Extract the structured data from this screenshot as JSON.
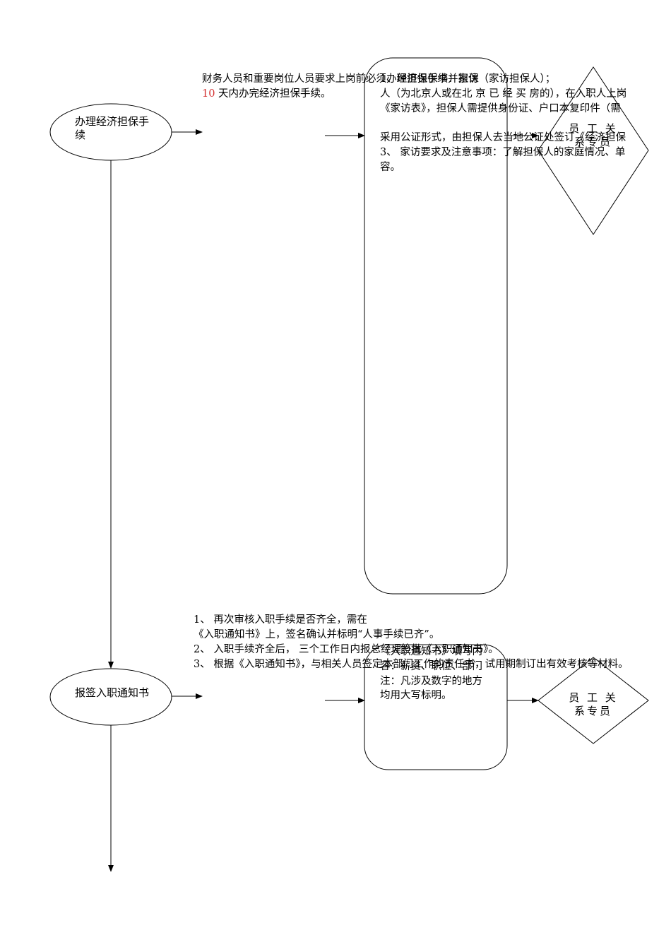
{
  "step1": {
    "node_label": "办理经济担保手续",
    "left_note": {
      "line1": "财务人员和重要岗位人员要求上岗前必须办理担保手续并家访（家访担保人）；",
      "line2_num": "10",
      "line2_text": " 天内办完经济担保手续。"
    },
    "box_lines": [
      "1、经济担保书：担保",
      "人（为北京人或在北 京 已 经 买 房的），在入职人上岗",
      "《家访表》，担保人需提供身份证、户口本复印件（需",
      "",
      "采用公证形式，由担保人去当地公证处签订《经济担保",
      "3、 家访要求及注意事项：了解担保人的家庭情况、单",
      "容。"
    ],
    "role": "员 工 关 系专员"
  },
  "step2": {
    "node_label": "报签入职通知书",
    "left_note": [
      "1、 再次审核入职手续是否齐全，需在",
      "《入职通知书》上，签名确认并标明“人事手续已齐”。",
      "2、 入职手续齐全后， 三个工作日内报总经理签批《入职通知书》。",
      "3、 根据《入职通知书》，与相关人员签定本部门工作的责任书，试用期制订出有效考核等材料。"
    ],
    "box_lines": [
      "《入职通知书》填写内",
      "容：薪资、职位、部门",
      "注：凡涉及数字的地方",
      "均用大写标明。"
    ],
    "role": "员 工 关 系专员"
  }
}
